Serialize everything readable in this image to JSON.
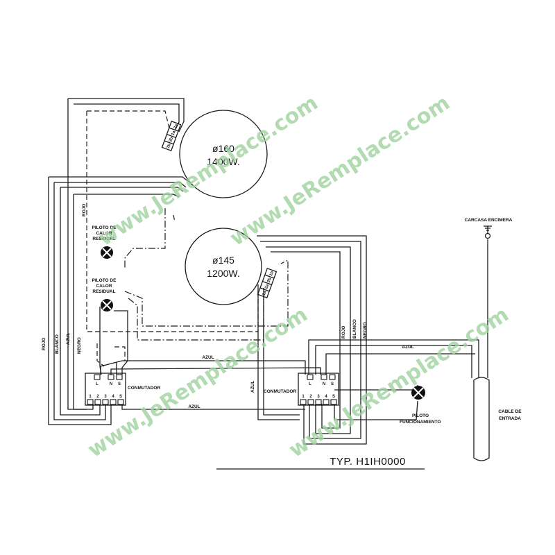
{
  "burners": [
    {
      "diameter": "ø160",
      "power": "1400W."
    },
    {
      "diameter": "ø145",
      "power": "1200W."
    }
  ],
  "pilots": {
    "residual_top": [
      "PILOTO DE",
      "CALOR",
      "RESIDUAL"
    ],
    "residual_bottom": [
      "PILOTO DE",
      "CALOR",
      "RESIDUAL"
    ],
    "operation": [
      "PILOTO",
      "FUNCIONAMIENTO"
    ]
  },
  "switches": {
    "label": "CONMUTADOR",
    "top_pins": [
      "L",
      "N",
      "S"
    ],
    "bottom_pins": [
      "1",
      "2",
      "3",
      "4",
      "S"
    ]
  },
  "wires": {
    "rojo": "ROJO",
    "blanco": "BLANCO",
    "azul": "AZUL",
    "negro": "NEGRO"
  },
  "terminals": {
    "top": [
      "1b",
      "2b",
      "1a",
      "2a"
    ],
    "bottom": [
      "1a",
      "2a",
      "2b",
      "1b"
    ]
  },
  "casing_label": "CARCASA ENCIMERA",
  "cable_label": [
    "CABLE DE",
    "ENTRADA"
  ],
  "type_label": "TYP. H1IH0000",
  "watermark": "www.JeRemplace.com",
  "colors": {
    "watermark": "#9fd39f",
    "ink": "#1a1a1a"
  }
}
